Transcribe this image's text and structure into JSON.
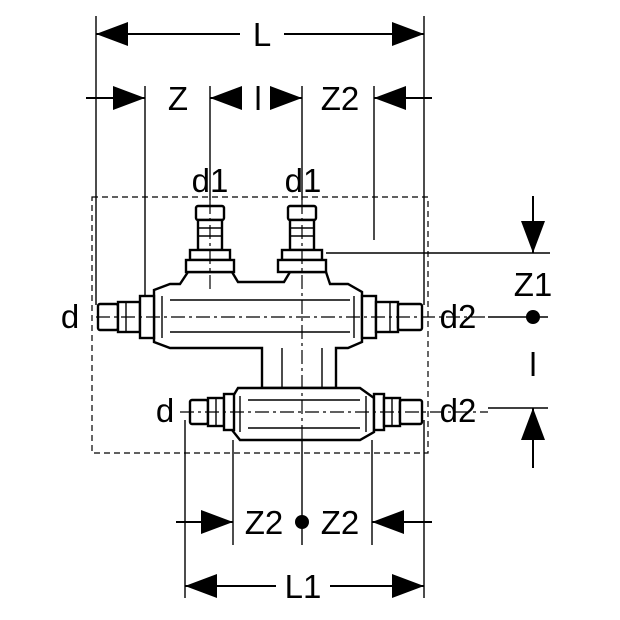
{
  "labels": {
    "L": "L",
    "Z": "Z",
    "l_top": "l",
    "Z2_top": "Z2",
    "d1_left": "d1",
    "d1_right": "d1",
    "Z1": "Z1",
    "d_upper": "d",
    "d2_upper": "d2",
    "l_right": "l",
    "d_lower": "d",
    "d2_lower": "d2",
    "Z2_bottom_left": "Z2",
    "Z2_bottom_right": "Z2",
    "L1": "L1"
  }
}
